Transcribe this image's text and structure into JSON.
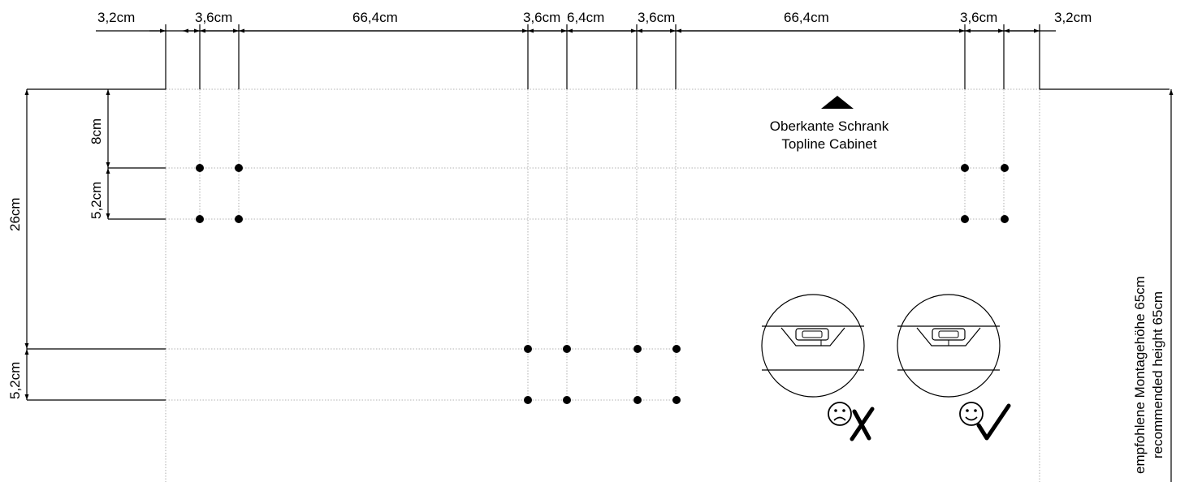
{
  "top_dimensions": [
    "3,2cm",
    "3,6cm",
    "66,4cm",
    "3,6cm",
    "6,4cm",
    "3,6cm",
    "66,4cm",
    "3,6cm",
    "3,2cm"
  ],
  "left_dimensions": {
    "upper_gap": "8cm",
    "upper_spacing": "5,2cm",
    "total_height": "26cm",
    "lower_spacing": "5,2cm"
  },
  "topline_label": {
    "german": "Oberkante Schrank",
    "english": "Topline Cabinet"
  },
  "height_label": {
    "german": "empfohlene Montagehöhe  65cm",
    "english": "recommended height 65cm"
  },
  "level_indicators": [
    {
      "verdict": "wrong",
      "face_icon": "sad-face-icon",
      "mark_icon": "cross-mark-icon"
    },
    {
      "verdict": "correct",
      "face_icon": "smiley-face-icon",
      "mark_icon": "check-mark-icon"
    }
  ]
}
